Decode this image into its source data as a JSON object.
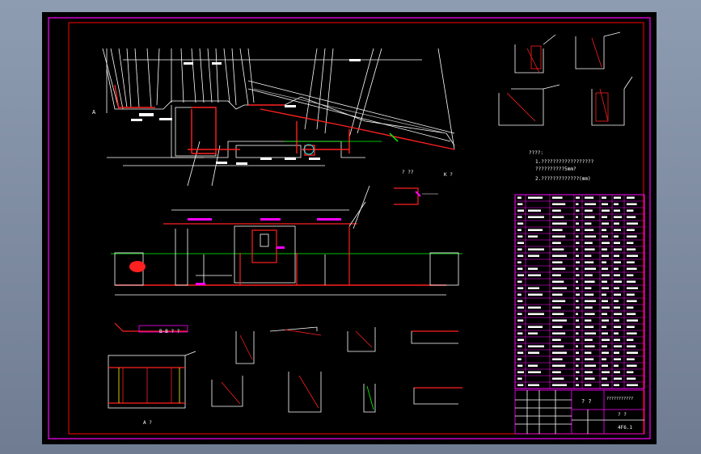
{
  "colors": {
    "background": "#7d8aa0",
    "sheet": "#000000",
    "border_outer": "#ff00ff",
    "border_inner": "#ff0000",
    "line": "#ffffff",
    "part": "#ff2020",
    "axis": "#00ff00",
    "note": "#00ffff"
  },
  "views": {
    "section_label": "A",
    "cut_a": "? ??",
    "cut_k": "K ?",
    "section_bb": "B-B ? ?",
    "view_a": "A ?"
  },
  "notes": {
    "heading": "????:",
    "line1": "1.??????????????????",
    "line2": "  ??????????5mm?",
    "line3": "2.?????????????(mm)"
  },
  "title_block": {
    "name": "? ?",
    "company": "???????????",
    "sheet": "? ?",
    "code": "4F6.1"
  }
}
